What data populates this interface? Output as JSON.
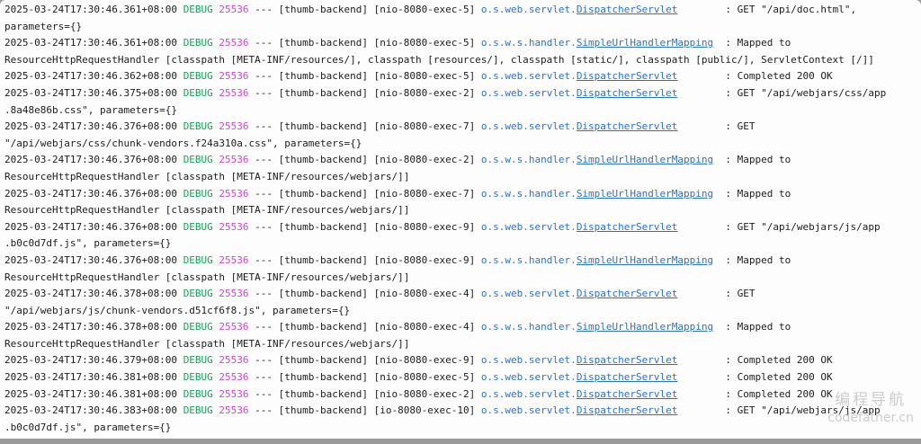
{
  "terminal": {
    "colors": {
      "bg": "#fdfdfd",
      "text": "#1c1c1c",
      "level": "#12a454",
      "pid": "#d53fd5",
      "logger": "#2b6fd9",
      "watermark": "#c4c4c4",
      "edge": "#9a9a9a"
    },
    "lines": [
      {
        "ts": "2025-03-24T17:30:46.361+08:00",
        "level": "DEBUG",
        "pid": "25536",
        "app": "thumb-backend",
        "thread": "nio-8080-exec-5",
        "logger_prefix": "o.s.web.servlet.",
        "logger_class": "DispatcherServlet",
        "message": "GET \"/api/doc.html\","
      },
      {
        "continuation": "parameters={}"
      },
      {
        "ts": "2025-03-24T17:30:46.361+08:00",
        "level": "DEBUG",
        "pid": "25536",
        "app": "thumb-backend",
        "thread": "nio-8080-exec-5",
        "logger_prefix": "o.s.w.s.handler.",
        "logger_class": "SimpleUrlHandlerMapping",
        "message": "Mapped to"
      },
      {
        "continuation": "ResourceHttpRequestHandler [classpath [META-INF/resources/], classpath [resources/], classpath [static/], classpath [public/], ServletContext [/]]"
      },
      {
        "ts": "2025-03-24T17:30:46.362+08:00",
        "level": "DEBUG",
        "pid": "25536",
        "app": "thumb-backend",
        "thread": "nio-8080-exec-5",
        "logger_prefix": "o.s.web.servlet.",
        "logger_class": "DispatcherServlet",
        "message": "Completed 200 OK"
      },
      {
        "ts": "2025-03-24T17:30:46.375+08:00",
        "level": "DEBUG",
        "pid": "25536",
        "app": "thumb-backend",
        "thread": "nio-8080-exec-2",
        "logger_prefix": "o.s.web.servlet.",
        "logger_class": "DispatcherServlet",
        "message": "GET \"/api/webjars/css/app"
      },
      {
        "continuation": ".8a48e86b.css\", parameters={}"
      },
      {
        "ts": "2025-03-24T17:30:46.376+08:00",
        "level": "DEBUG",
        "pid": "25536",
        "app": "thumb-backend",
        "thread": "nio-8080-exec-7",
        "logger_prefix": "o.s.web.servlet.",
        "logger_class": "DispatcherServlet",
        "message": "GET"
      },
      {
        "continuation": "\"/api/webjars/css/chunk-vendors.f24a310a.css\", parameters={}"
      },
      {
        "ts": "2025-03-24T17:30:46.376+08:00",
        "level": "DEBUG",
        "pid": "25536",
        "app": "thumb-backend",
        "thread": "nio-8080-exec-2",
        "logger_prefix": "o.s.w.s.handler.",
        "logger_class": "SimpleUrlHandlerMapping",
        "message": "Mapped to"
      },
      {
        "continuation": "ResourceHttpRequestHandler [classpath [META-INF/resources/webjars/]]"
      },
      {
        "ts": "2025-03-24T17:30:46.376+08:00",
        "level": "DEBUG",
        "pid": "25536",
        "app": "thumb-backend",
        "thread": "nio-8080-exec-7",
        "logger_prefix": "o.s.w.s.handler.",
        "logger_class": "SimpleUrlHandlerMapping",
        "message": "Mapped to"
      },
      {
        "continuation": "ResourceHttpRequestHandler [classpath [META-INF/resources/webjars/]]"
      },
      {
        "ts": "2025-03-24T17:30:46.376+08:00",
        "level": "DEBUG",
        "pid": "25536",
        "app": "thumb-backend",
        "thread": "nio-8080-exec-9",
        "logger_prefix": "o.s.web.servlet.",
        "logger_class": "DispatcherServlet",
        "message": "GET \"/api/webjars/js/app"
      },
      {
        "continuation": ".b0c0d7df.js\", parameters={}"
      },
      {
        "ts": "2025-03-24T17:30:46.376+08:00",
        "level": "DEBUG",
        "pid": "25536",
        "app": "thumb-backend",
        "thread": "nio-8080-exec-9",
        "logger_prefix": "o.s.w.s.handler.",
        "logger_class": "SimpleUrlHandlerMapping",
        "message": "Mapped to"
      },
      {
        "continuation": "ResourceHttpRequestHandler [classpath [META-INF/resources/webjars/]]"
      },
      {
        "ts": "2025-03-24T17:30:46.378+08:00",
        "level": "DEBUG",
        "pid": "25536",
        "app": "thumb-backend",
        "thread": "nio-8080-exec-4",
        "logger_prefix": "o.s.web.servlet.",
        "logger_class": "DispatcherServlet",
        "message": "GET"
      },
      {
        "continuation": "\"/api/webjars/js/chunk-vendors.d51cf6f8.js\", parameters={}"
      },
      {
        "ts": "2025-03-24T17:30:46.378+08:00",
        "level": "DEBUG",
        "pid": "25536",
        "app": "thumb-backend",
        "thread": "nio-8080-exec-4",
        "logger_prefix": "o.s.w.s.handler.",
        "logger_class": "SimpleUrlHandlerMapping",
        "message": "Mapped to"
      },
      {
        "continuation": "ResourceHttpRequestHandler [classpath [META-INF/resources/webjars/]]"
      },
      {
        "ts": "2025-03-24T17:30:46.379+08:00",
        "level": "DEBUG",
        "pid": "25536",
        "app": "thumb-backend",
        "thread": "nio-8080-exec-9",
        "logger_prefix": "o.s.web.servlet.",
        "logger_class": "DispatcherServlet",
        "message": "Completed 200 OK"
      },
      {
        "ts": "2025-03-24T17:30:46.381+08:00",
        "level": "DEBUG",
        "pid": "25536",
        "app": "thumb-backend",
        "thread": "nio-8080-exec-5",
        "logger_prefix": "o.s.web.servlet.",
        "logger_class": "DispatcherServlet",
        "message": "Completed 200 OK"
      },
      {
        "ts": "2025-03-24T17:30:46.381+08:00",
        "level": "DEBUG",
        "pid": "25536",
        "app": "thumb-backend",
        "thread": "nio-8080-exec-2",
        "logger_prefix": "o.s.web.servlet.",
        "logger_class": "DispatcherServlet",
        "message": "Completed 200 OK"
      },
      {
        "ts": "2025-03-24T17:30:46.383+08:00",
        "level": "DEBUG",
        "pid": "25536",
        "app": "thumb-backend",
        "thread": "io-8080-exec-10",
        "logger_prefix": "o.s.web.servlet.",
        "logger_class": "DispatcherServlet",
        "message": "GET \"/api/webjars/js/app"
      },
      {
        "continuation": ".b0c0d7df.js\", parameters={}"
      }
    ]
  },
  "watermark": {
    "line1": "编程导航",
    "line2": "codefather.cn"
  }
}
